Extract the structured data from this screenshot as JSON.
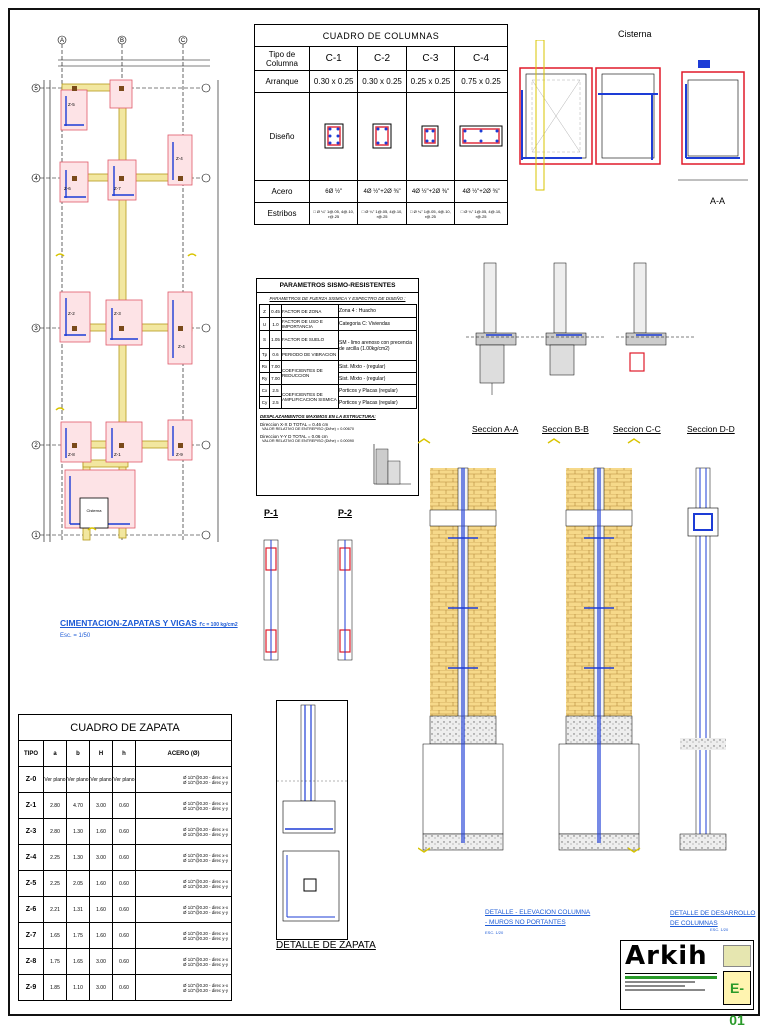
{
  "plan": {
    "title": "CIMENTACION-ZAPATAS Y VIGAS",
    "subtitle_note": "f'c = 100 kg/cm2",
    "scale": "Esc. = 1/50",
    "axes_letters": [
      "A",
      "B",
      "C"
    ],
    "axes_numbers": [
      "5",
      "4",
      "3",
      "2",
      "1"
    ],
    "footings": [
      "Z-5",
      "Z-6",
      "Z-7",
      "Z-4",
      "Z-2",
      "Z-3",
      "Z-4",
      "Z-8",
      "Z-1",
      "Z-9"
    ],
    "cistern_label": "Cisterna"
  },
  "columns_table": {
    "title": "CUADRO DE COLUMNAS",
    "row_headers": [
      "Tipo de Columna",
      "Arranque",
      "Diseño",
      "Acero",
      "Estribos"
    ],
    "types": [
      "C-1",
      "C-2",
      "C-3",
      "C-4"
    ],
    "arranque": [
      "0.30 x 0.25",
      "0.30 x 0.25",
      "0.25 x 0.25",
      "0.75 x 0.25"
    ],
    "acero": [
      "6Ø ½\"",
      "4Ø ½\"+2Ø ⅜\"",
      "4Ø ½\"+2Ø ⅜\"",
      "4Ø ½\"+2Ø ⅜\""
    ],
    "estribos": [
      "□ Ø ¼\" 1@.05, 4@.10, r@.25",
      "□ Ø ¼\" 1@.05, 4@.10, r@.25",
      "□ Ø ¼\" 1@.05, 4@.10, r@.25",
      "□ Ø ¼\" 1@.05, 4@.10, r@.25"
    ]
  },
  "cistern": {
    "title": "Cisterna",
    "section": "A-A"
  },
  "seismic": {
    "title": "PARAMETROS SISMO-RESISTENTES",
    "subtitle": "PARAMETROS DE FUERZA SISMICA Y ESPECTRO DE DISEÑO :",
    "rows": [
      {
        "k": "Z",
        "v": "0.45",
        "d": "FACTOR DE ZONA",
        "r": "Zona 4      : Huacho"
      },
      {
        "k": "U",
        "v": "1.0",
        "d": "FACTOR DE USO E IMPORTANCIA",
        "r": "Categoria C: Viviendas"
      },
      {
        "k": "S",
        "v": "1.05",
        "d": "FACTOR DE SUELO",
        "r": "SM - limo arenoso con precencia de arcilla   (1.00kg/cm2)"
      },
      {
        "k": "Tp",
        "v": "0.6",
        "d": "PERIODO DE VIBRACION",
        "r": ""
      },
      {
        "k": "Rx",
        "v": "7.00",
        "d": "COEFICIENTES DE REDUCCION",
        "r": "Sist. Mixto - (regular)"
      },
      {
        "k": "Ry",
        "v": "7.00",
        "d": "",
        "r": "Sist. Mixto - (regular)"
      },
      {
        "k": "Cx",
        "v": "2.5",
        "d": "COEFICIENTES DE AMPLIFICACION SISMICA",
        "r": "Porticos y Placas (regular)"
      },
      {
        "k": "Cy",
        "v": "2.5",
        "d": "",
        "r": "Porticos y Placas (regular)"
      }
    ],
    "drift_title": "DESPLAZAMIENTOS MAXIMOS EN LA ESTRUCTURA:",
    "drift_x1": "Direccion X-X D TOTAL = 0.46 cm",
    "drift_x2": "VALOR RELATIVO DE ENTREPISO (Di/he) = 0.00670",
    "drift_y1": "Direccion Y-Y D TOTAL = 0.06 cm",
    "drift_y2": "VALOR RELATIVO DE ENTREPISO (Di/he) = 0.00090"
  },
  "piers": [
    "P-1",
    "P-2"
  ],
  "footing_table": {
    "title": "CUADRO DE ZAPATA",
    "headers": [
      "TIPO",
      "a",
      "b",
      "H",
      "h",
      "ACERO (Ø)"
    ],
    "rows": [
      [
        "Z-0",
        "Ver plano",
        "Ver plano",
        "Ver plano",
        "Ver plano",
        "Ø 1/2\"@0.20 - direc x-x",
        "Ø 1/2\"@0.20 - direc y-y"
      ],
      [
        "Z-1",
        "2.80",
        "4.70",
        "3.00",
        "0.60",
        "Ø 1/2\"@0.20 - direc x-x",
        "Ø 1/2\"@0.20 - direc y-y"
      ],
      [
        "Z-3",
        "2.80",
        "1.30",
        "1.60",
        "0.60",
        "Ø 1/2\"@0.20 - direc x-x",
        "Ø 1/2\"@0.20 - direc y-y"
      ],
      [
        "Z-4",
        "2.25",
        "1.30",
        "3.00",
        "0.60",
        "Ø 1/2\"@0.20 - direc x-x",
        "Ø 1/2\"@0.20 - direc y-y"
      ],
      [
        "Z-5",
        "2.25",
        "2.05",
        "1.60",
        "0.60",
        "Ø 1/2\"@0.20 - direc x-x",
        "Ø 1/2\"@0.20 - direc y-y"
      ],
      [
        "Z-6",
        "2.21",
        "1.31",
        "1.60",
        "0.60",
        "Ø 1/2\"@0.20 - direc x-x",
        "Ø 1/2\"@0.20 - direc y-y"
      ],
      [
        "Z-7",
        "1.65",
        "1.75",
        "1.60",
        "0.60",
        "Ø 1/2\"@0.20 - direc x-x",
        "Ø 1/2\"@0.20 - direc y-y"
      ],
      [
        "Z-8",
        "1.75",
        "1.65",
        "3.00",
        "0.60",
        "Ø 1/2\"@0.20 - direc x-x",
        "Ø 1/2\"@0.20 - direc y-y"
      ],
      [
        "Z-9",
        "1.85",
        "1.10",
        "3.00",
        "0.60",
        "Ø 1/2\"@0.20 - direc x-x",
        "Ø 1/2\"@0.20 - direc y-y"
      ]
    ]
  },
  "footing_detail": {
    "title": "DETALLE DE ZAPATA"
  },
  "sections": [
    "Seccion A-A",
    "Seccion B-B",
    "Seccion C-C",
    "Seccion D-D"
  ],
  "elevation": {
    "title1": "DETALLE - ELEVACION COLUMNA",
    "title2": "- MUROS NO PORTANTES",
    "scale": "ESC. 1/20"
  },
  "column_dev": {
    "title1": "DETALLE DE DESARROLLO",
    "title2": "DE COLUMNAS",
    "scale": "ESC. 1/20"
  },
  "titleblock": {
    "brand": "Arkih",
    "sheet": "E-01"
  }
}
